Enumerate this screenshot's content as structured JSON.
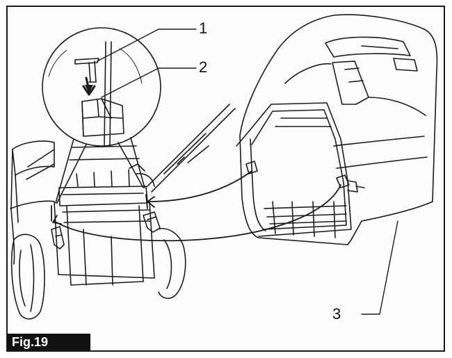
{
  "callouts": {
    "one": "1",
    "two": "2",
    "three": "3"
  },
  "figure_label": "Fig.19",
  "colors": {
    "line": "#1a1a1a",
    "label_bg": "#111111",
    "label_text": "#ffffff"
  }
}
